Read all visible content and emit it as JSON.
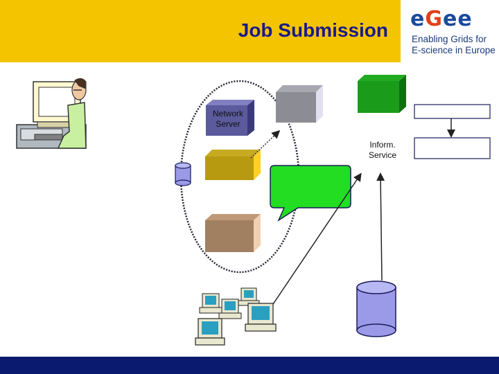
{
  "slide": {
    "title": "Job Submission"
  },
  "logo": {
    "wordmark_left": "e",
    "wordmark_mid": "G",
    "wordmark_right": "ee",
    "line1": "Enabling Grids for",
    "line2": "E-science in Europe"
  },
  "nodes": {
    "network_server": "Network Server",
    "inform_service": "Inform. Service"
  },
  "colors": {
    "header": "#f5c400",
    "footer": "#0a1a6e",
    "network_server": "#5a5a9c",
    "gray_box": "#8c8c94",
    "green_box": "#1a9c1a",
    "olive_box": "#b89a10",
    "brown_box": "#a08060",
    "bubble": "#22dd22",
    "database": "#9a9ae8"
  }
}
